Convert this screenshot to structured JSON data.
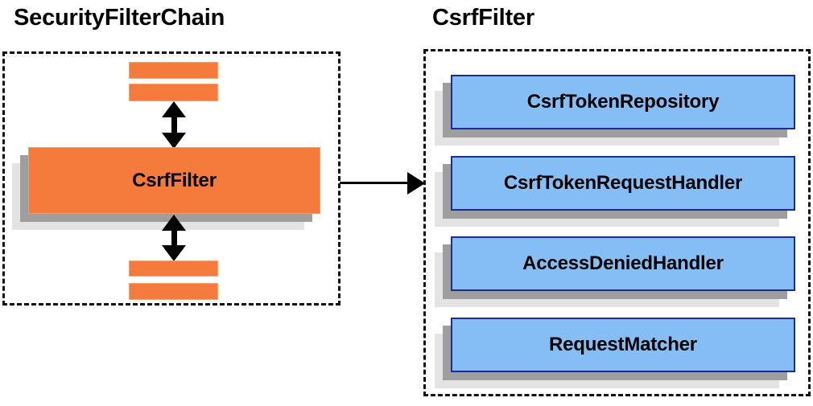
{
  "diagram": {
    "title_left": "SecurityFilterChain",
    "title_right": "CsrfFilter",
    "colors": {
      "orange_fill": "#F47B3C",
      "orange_border": "#F29B72",
      "blue_fill": "#85BEF5",
      "blue_border": "#1B2D8F",
      "shadow_dark": "#9E9E9E",
      "shadow_light": "#E3E3E3",
      "dashed_border": "#111111",
      "text": "#000000"
    }
  },
  "chain_panel": {
    "title": "SecurityFilterChain",
    "top_bars": [
      "",
      ""
    ],
    "main_node": {
      "label": "CsrfFilter"
    },
    "bottom_bars": [
      "",
      ""
    ],
    "arrow_up": "double-headed-vertical-arrow",
    "arrow_down": "double-headed-vertical-arrow"
  },
  "filter_panel": {
    "title": "CsrfFilter",
    "collaborators": [
      {
        "label": "CsrfTokenRepository"
      },
      {
        "label": "CsrfTokenRequestHandler"
      },
      {
        "label": "AccessDeniedHandler"
      },
      {
        "label": "RequestMatcher"
      }
    ]
  },
  "connector": {
    "from": "SecurityFilterChain",
    "to": "CsrfFilter",
    "style": "single-headed-horizontal-arrow"
  }
}
